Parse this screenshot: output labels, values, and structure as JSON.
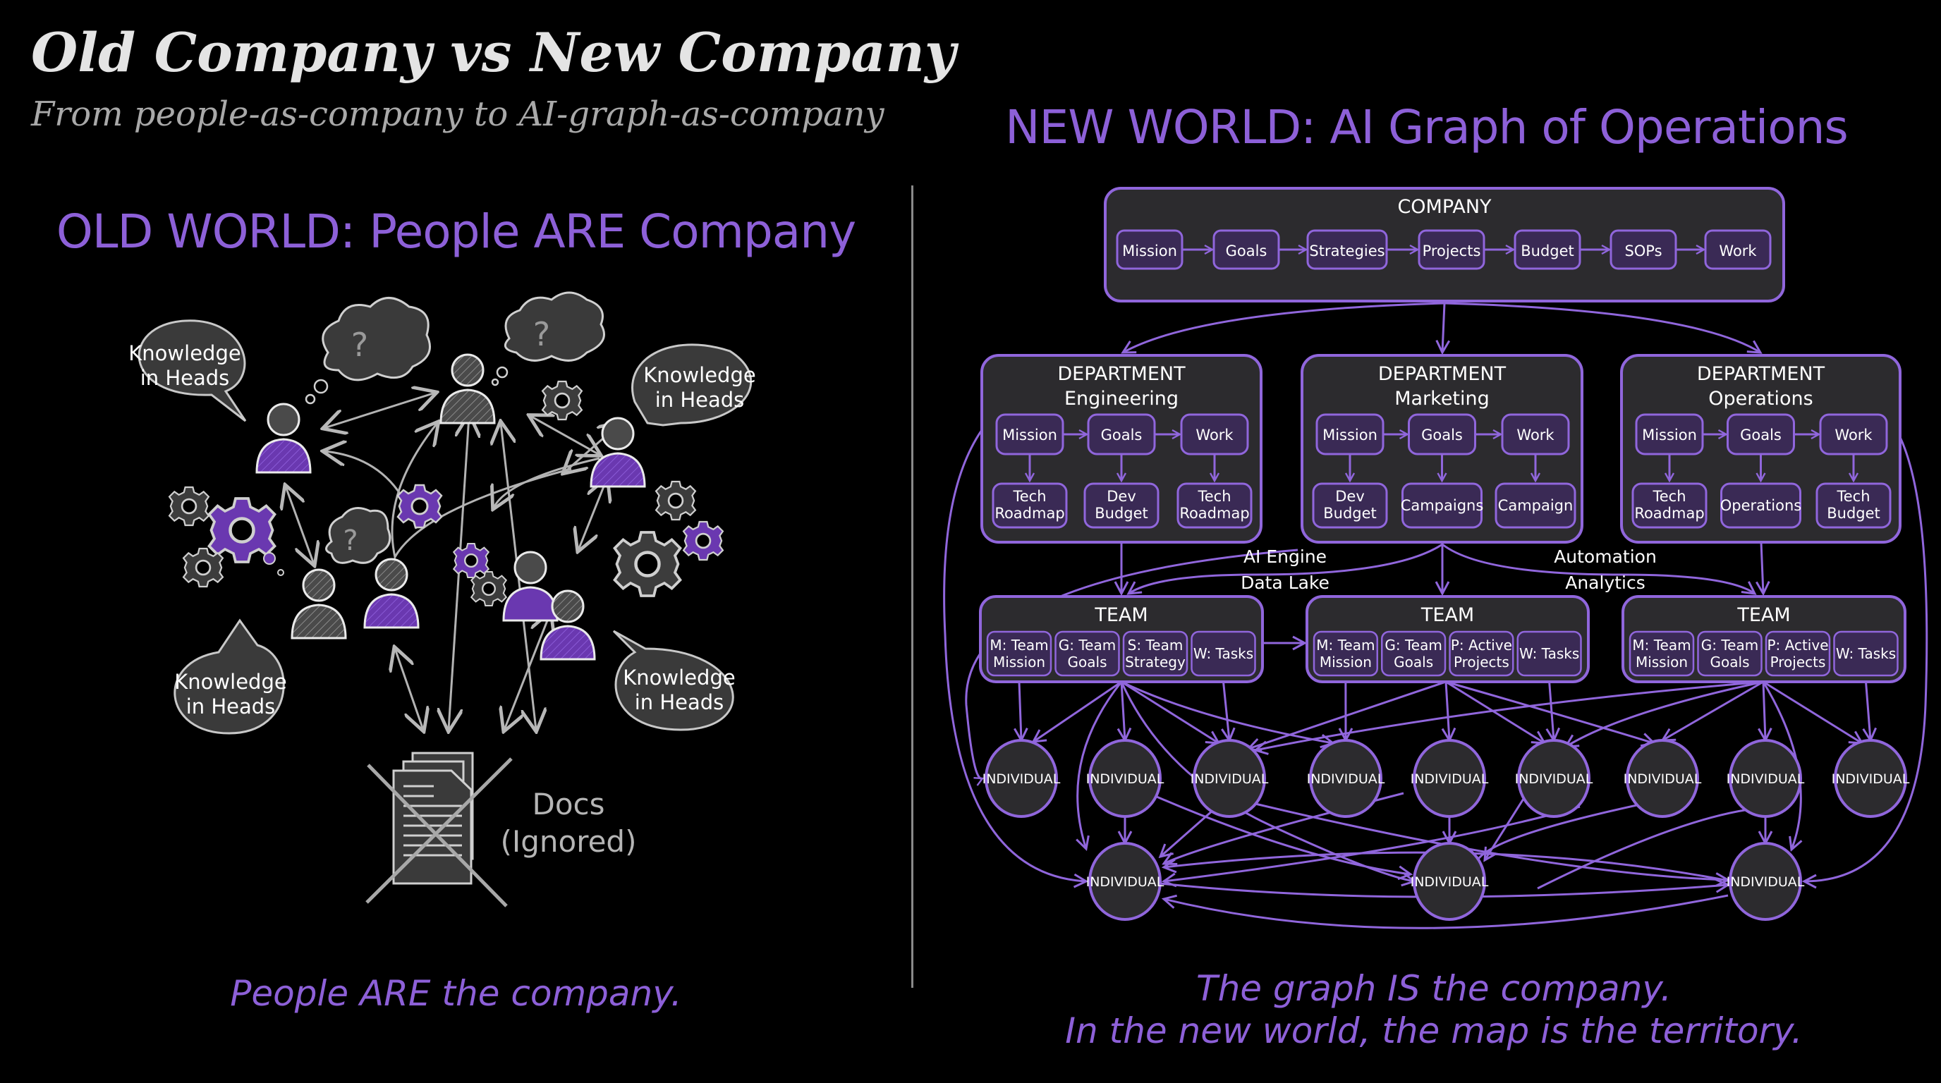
{
  "header": {
    "title": "Old Company vs New Company",
    "subtitle": "From people-as-company to AI-graph-as-company"
  },
  "colors": {
    "accent": "#8d60d8",
    "line": "#9066dc",
    "box_fill": "#2c2b2e",
    "node_fill": "#3a2a55",
    "chalk": "#c8c8c8",
    "background": "#000000"
  },
  "old_world": {
    "heading": "OLD WORLD: People ARE Company",
    "speech_bubbles": [
      {
        "line1": "Knowledge",
        "line2": "in Heads"
      },
      {
        "line1": "Knowledge",
        "line2": "in Heads"
      },
      {
        "line1": "Knowledge",
        "line2": "in Heads"
      },
      {
        "line1": "Knowledge",
        "line2": "in Heads"
      }
    ],
    "thought_symbol": "?",
    "docs_label_line1": "Docs",
    "docs_label_line2": "(Ignored)",
    "caption": "People ARE the company.",
    "icons": [
      "person-icon",
      "gear-icon",
      "thought-cloud-icon",
      "speech-bubble-icon",
      "documents-icon",
      "crossed-out-icon"
    ]
  },
  "new_world": {
    "heading": "NEW WORLD: AI Graph of Operations",
    "company": {
      "title": "COMPANY",
      "steps": [
        "Mission",
        "Goals",
        "Strategies",
        "Projects",
        "Budget",
        "SOPs",
        "Work"
      ]
    },
    "departments": [
      {
        "title": "DEPARTMENT",
        "name": "Engineering",
        "top": [
          "Mission",
          "Goals",
          "Work"
        ],
        "bottom": [
          [
            "Tech",
            "Roadmap"
          ],
          [
            "Dev",
            "Budget"
          ],
          [
            "Tech",
            "Roadmap"
          ]
        ]
      },
      {
        "title": "DEPARTMENT",
        "name": "Marketing",
        "top": [
          "Mission",
          "Goals",
          "Work"
        ],
        "bottom": [
          [
            "Dev",
            "Budget"
          ],
          [
            "Campaigns"
          ],
          [
            "Campaign"
          ]
        ]
      },
      {
        "title": "DEPARTMENT",
        "name": "Operations",
        "top": [
          "Mission",
          "Goals",
          "Work"
        ],
        "bottom": [
          [
            "Tech",
            "Roadmap"
          ],
          [
            "Operations"
          ],
          [
            "Tech",
            "Budget"
          ]
        ]
      }
    ],
    "flow_labels": {
      "left_top": "AI Engine",
      "left_bottom": "Data Lake",
      "right_top": "Automation",
      "right_bottom": "Analytics"
    },
    "teams": [
      {
        "title": "TEAM",
        "items": [
          [
            "M: Team",
            "Mission"
          ],
          [
            "G: Team",
            "Goals"
          ],
          [
            "S: Team",
            "Strategy"
          ],
          [
            "W: Tasks"
          ]
        ]
      },
      {
        "title": "TEAM",
        "items": [
          [
            "M: Team",
            "Mission"
          ],
          [
            "G: Team",
            "Goals"
          ],
          [
            "P: Active",
            "Projects"
          ],
          [
            "W: Tasks"
          ]
        ]
      },
      {
        "title": "TEAM",
        "items": [
          [
            "M: Team",
            "Mission"
          ],
          [
            "G: Team",
            "Goals"
          ],
          [
            "P: Active",
            "Projects"
          ],
          [
            "W: Tasks"
          ]
        ]
      }
    ],
    "individual_label": "INDIVIDUAL",
    "individuals_row1_count": 9,
    "individuals_row2_count": 3,
    "caption_line1": "The graph IS the company.",
    "caption_line2": "In the new world, the map is the territory."
  }
}
